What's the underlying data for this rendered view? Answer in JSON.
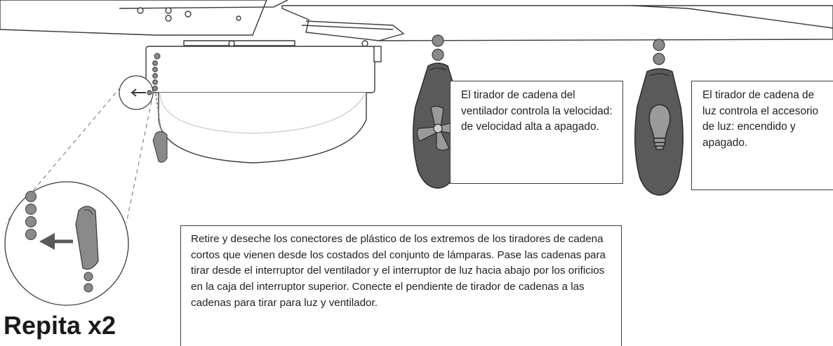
{
  "callouts": {
    "fan_chain": "El tirador de cadena del ventilador controla la velocidad: de velocidad alta a apagado.",
    "light_chain": "El tirador de cadena de luz controla el accesorio de luz: encendido y apagado.",
    "instructions": "Retire y deseche los conectores de plástico de los extremos de los tiradores de cadena cortos que vienen desde los costados del conjunto de lámparas. Pase las cadenas para tirar desde el interruptor del ventilador y el interruptor de luz hacia abajo por los orificios en la caja del interruptor superior. Conecte el pendiente de tirador de cadenas a las cadenas para tirar para luz y ventilador."
  },
  "repeat_label": "Repita x2",
  "icons": [
    "fan-icon",
    "light-bulb-icon",
    "arrow-left-icon"
  ],
  "colors": {
    "line": "#3a3a3a",
    "pull_dark": "#5a5a5a",
    "pull_light": "#9a9a9a",
    "bead": "#8a8a8a"
  }
}
